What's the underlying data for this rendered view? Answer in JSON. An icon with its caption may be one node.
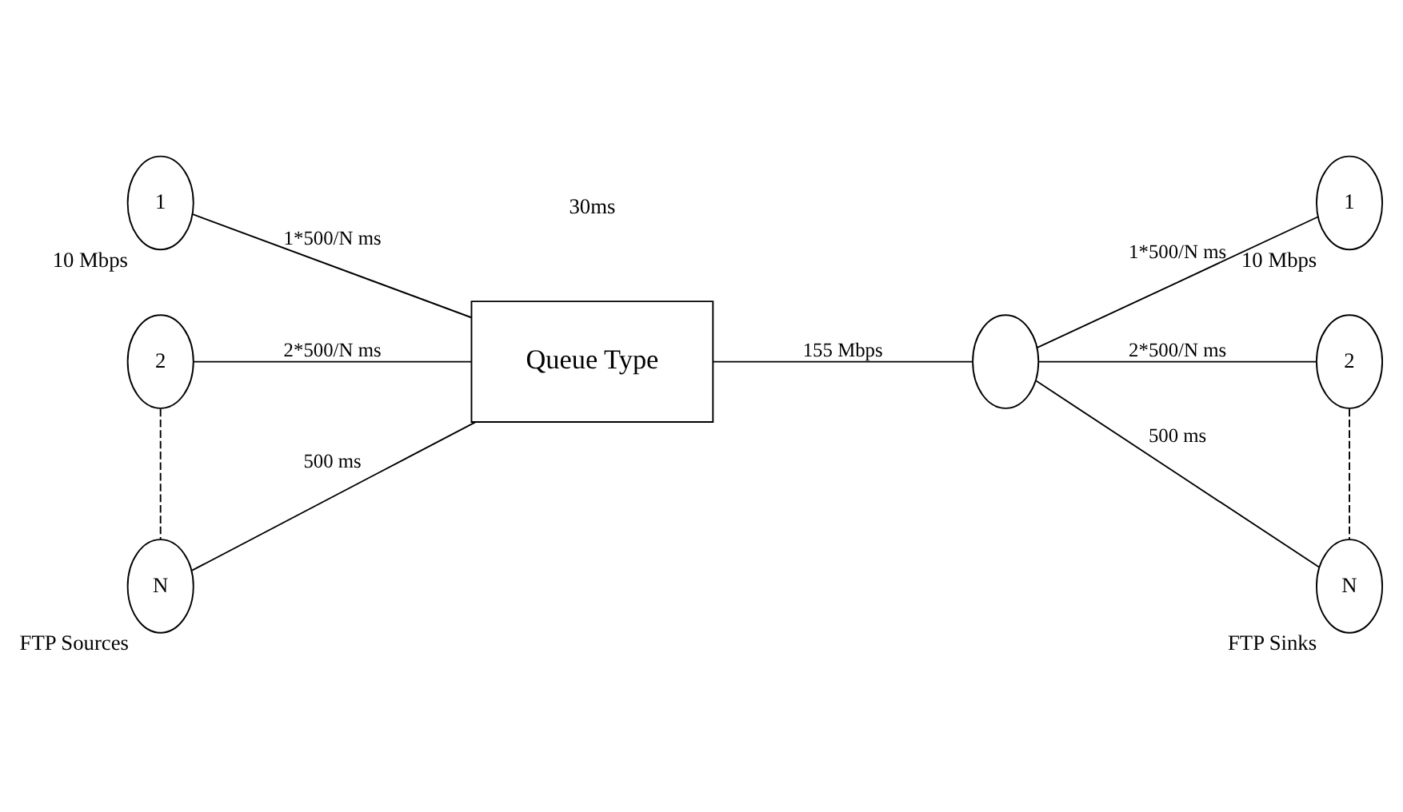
{
  "diagram": {
    "nodes": [
      {
        "text": [
          "1"
        ],
        "beside": [
          "10 Mbps"
        ]
      },
      {
        "text": [
          "2"
        ]
      },
      {
        "text": [
          "N"
        ],
        "beside": [
          "FTP Sources"
        ]
      },
      {
        "text": [
          "Queue Type"
        ]
      },
      {
        "text": [],
        "shape": "circle"
      },
      {
        "text": [
          "1"
        ],
        "beside": [
          "10 Mbps"
        ]
      },
      {
        "text": [
          "2"
        ]
      },
      {
        "text": [
          "N"
        ],
        "beside": [
          "FTP Sinks"
        ]
      }
    ],
    "edges": [
      {
        "from": 0,
        "to": 3,
        "arrow": "none",
        "label": "1*500/N ms"
      },
      {
        "from": 1,
        "to": 3,
        "arrow": "none",
        "label": "2*500/N ms"
      },
      {
        "from": 2,
        "to": 3,
        "arrow": "none",
        "label": "500 ms"
      },
      {
        "from": 1,
        "to": 2,
        "arrow": "none",
        "style": "dashed"
      },
      {
        "from": 3,
        "to": 4,
        "arrow": "none",
        "label": "155 Mbps"
      },
      {
        "from": 4,
        "to": 5,
        "arrow": "none",
        "label": "1*500/N ms"
      },
      {
        "from": 4,
        "to": 6,
        "arrow": "none",
        "label": "2*500/N ms"
      },
      {
        "from": 4,
        "to": 7,
        "arrow": "none",
        "label": "500 ms"
      },
      {
        "from": 6,
        "to": 7,
        "arrow": "none",
        "style": "dashed"
      }
    ],
    "labels": [
      "30ms"
    ]
  }
}
